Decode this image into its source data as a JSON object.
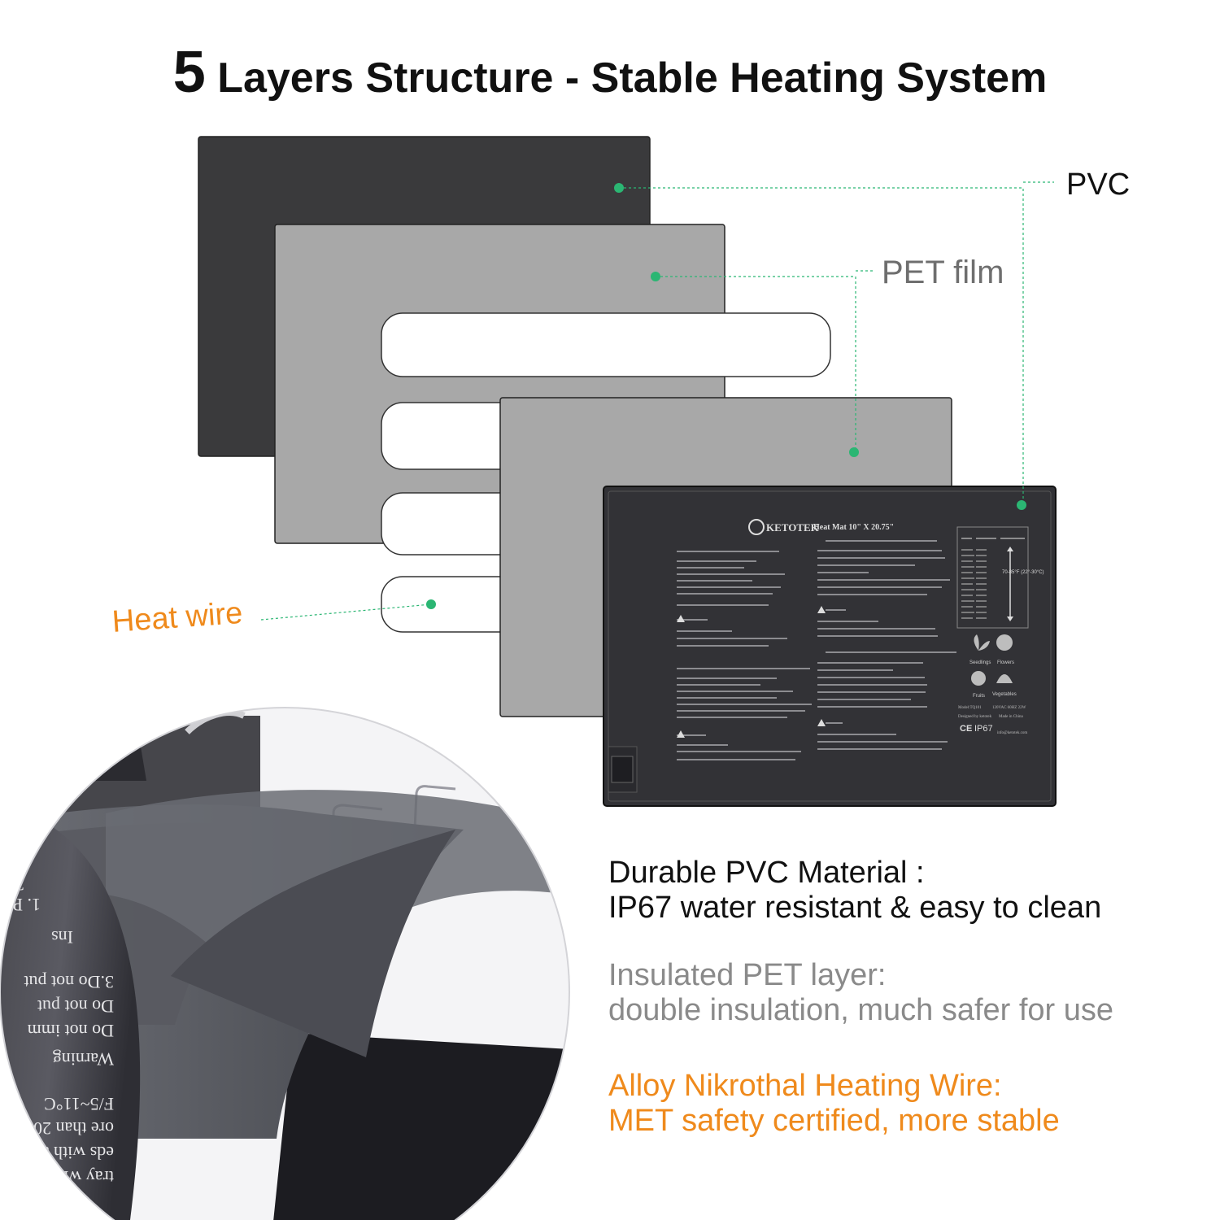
{
  "title": {
    "number": "5",
    "text": "Layers Structure - Stable Heating System"
  },
  "layers": {
    "pvc": "PVC",
    "pet": "PET film",
    "wire": "Heat wire"
  },
  "mat": {
    "brand": "KETOTEK",
    "product": "Heat Mat  10\" X 20.75\"",
    "rating": "IP67",
    "marks": "CE",
    "categories": [
      "Seedlings",
      "Flowers",
      "Fruits",
      "Vegetables"
    ],
    "temp_range": "70-85°F (22°-30°C)",
    "email": "info@ketotek.com",
    "model": "Model:TQ101",
    "voltage": "120VAC 60HZ 22W",
    "designed": "Designed by ketotek",
    "made": "Made in China"
  },
  "features": [
    {
      "heading": "Durable PVC Material :",
      "body": "IP67 water resistant & easy to clean",
      "color": "#111111"
    },
    {
      "heading": "Insulated PET layer:",
      "body": "double insulation, much safer for use",
      "color": "#8a8a8a"
    },
    {
      "heading": "Alloy Nikrothal Heating Wire:",
      "body": "MET safety certified, more stable",
      "color": "#ef8a1c"
    }
  ],
  "colors": {
    "accent_dot": "#2bb673",
    "pvc_layer": "#3a3a3c",
    "pet_layer": "#a8a8a8",
    "label_orange": "#ef8a1c",
    "label_gray": "#6e6e6e"
  }
}
